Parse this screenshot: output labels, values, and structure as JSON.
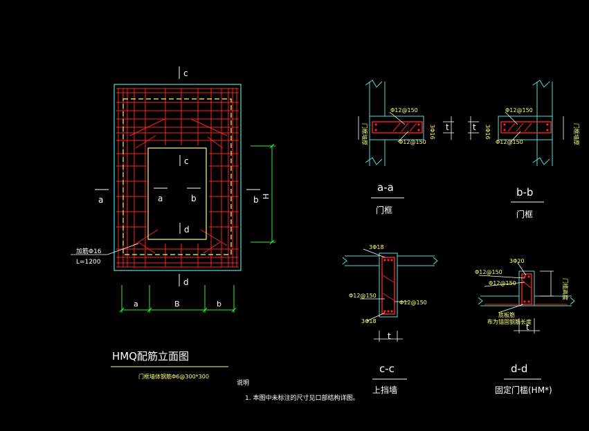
{
  "main_view": {
    "title": "HMQ配筋立面图",
    "subtitle": "门框墙体钢筋Φ6@300*300",
    "section_marks": {
      "top": "c",
      "bottom": "d",
      "left": "a",
      "right": "b",
      "inner_top": "c",
      "inner_bottom": "d",
      "inner_left": "a",
      "inner_right": "b"
    },
    "dims": {
      "a": "a",
      "B": "B",
      "b": "b",
      "H": "H"
    },
    "bar_note": {
      "line1": "加筋Φ16",
      "line2": "L=1200"
    }
  },
  "section_aa": {
    "title": "a-a",
    "caption": "门框",
    "bar_top": "Φ12@150",
    "bar_bottom": "Φ12@150",
    "bar_side": "3Φ16",
    "side_label": "门框墙厚",
    "dim_t": "t"
  },
  "section_bb": {
    "title": "b-b",
    "caption": "门框",
    "bar_top": "Φ12@150",
    "bar_bottom": "Φ12@150",
    "bar_side": "3Φ16",
    "side_label": "门框墙厚",
    "dim_t": "t"
  },
  "section_cc": {
    "title": "c-c",
    "caption": "上挡墙",
    "bar_top": "3Φ18",
    "bar_left": "Φ12@150",
    "bar_right": "Φ12@150",
    "bar_bottom": "3Φ18",
    "dim_t": "t"
  },
  "section_dd": {
    "title": "d-d",
    "caption": "固定门槛(HM*)",
    "bar_top": "3Φ20",
    "bar_1": "Φ12@150",
    "bar_2": "Φ12@150",
    "label_floor": "底板筋",
    "label_anchor": "布为锚固钢筋长度",
    "label_side": "门槛高度",
    "dim_t": "t"
  },
  "notes": {
    "heading": "说明",
    "line1": "1. 本图中未标注的尺寸见口部结构详图。"
  },
  "colors": {
    "background": "#000000",
    "frame": "#55dddd",
    "rebar": "#ff2222",
    "yellow": "#ffff66",
    "dimension": "#33ee33",
    "text": "#ffffff"
  }
}
